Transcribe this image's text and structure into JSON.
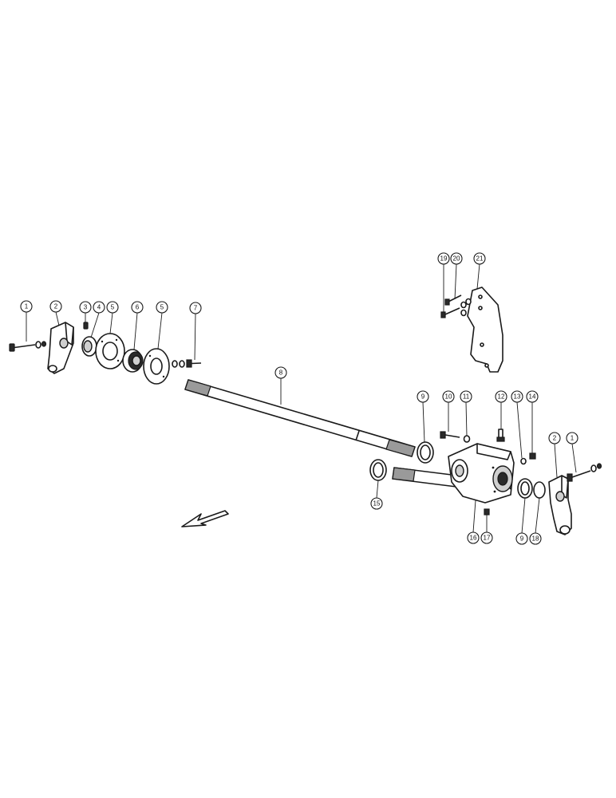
{
  "callouts": [
    {
      "id": "c1a",
      "label": "1"
    },
    {
      "id": "c2a",
      "label": "2"
    },
    {
      "id": "c3",
      "label": "3"
    },
    {
      "id": "c4",
      "label": "4"
    },
    {
      "id": "c5a",
      "label": "5"
    },
    {
      "id": "c6",
      "label": "6"
    },
    {
      "id": "c5b",
      "label": "5"
    },
    {
      "id": "c7",
      "label": "7"
    },
    {
      "id": "c8",
      "label": "8"
    },
    {
      "id": "c9a",
      "label": "9"
    },
    {
      "id": "c10",
      "label": "10"
    },
    {
      "id": "c11",
      "label": "11"
    },
    {
      "id": "c12",
      "label": "12"
    },
    {
      "id": "c13",
      "label": "13"
    },
    {
      "id": "c14",
      "label": "14"
    },
    {
      "id": "c2b",
      "label": "2"
    },
    {
      "id": "c1b",
      "label": "1"
    },
    {
      "id": "c19",
      "label": "19"
    },
    {
      "id": "c20",
      "label": "20"
    },
    {
      "id": "c21",
      "label": "21"
    },
    {
      "id": "c15",
      "label": "15"
    },
    {
      "id": "c16",
      "label": "16"
    },
    {
      "id": "c17",
      "label": "17"
    },
    {
      "id": "c9b",
      "label": "9"
    },
    {
      "id": "c18",
      "label": "18"
    }
  ],
  "icons": {
    "direction_arrow": "forward-direction-arrow-icon"
  },
  "colors": {
    "ink": "#1a1a1a",
    "paper": "#ffffff"
  }
}
